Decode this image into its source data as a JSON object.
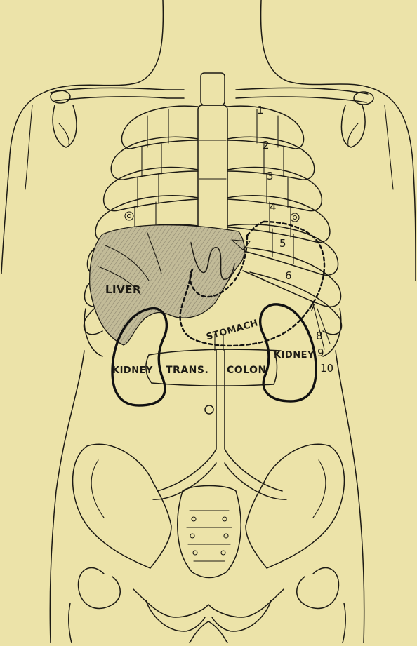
{
  "labels": {
    "liver": "LIVER",
    "stomach": "STOMACH",
    "kidney_left": "KIDNEY",
    "kidney_right": "KIDNEY",
    "trans": "TRANS.",
    "colon": "COLON"
  },
  "rib_numbers": [
    "1",
    "2",
    "3",
    "4",
    "5",
    "6",
    "7",
    "8",
    "9",
    "10"
  ],
  "colors": {
    "paper": "#ece3a9",
    "ink": "#1c1a14",
    "liver_shade": "#b3ad8e"
  }
}
